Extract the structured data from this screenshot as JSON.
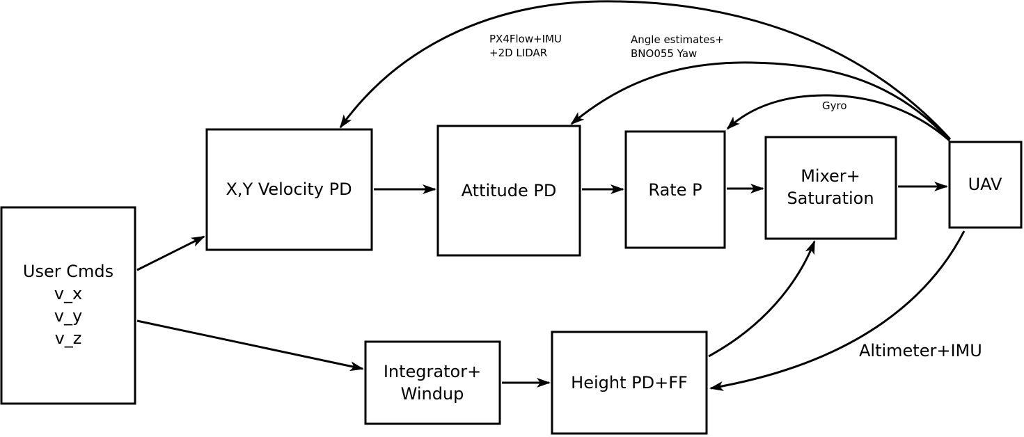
{
  "blocks": {
    "user_cmds": {
      "lines": [
        "User Cmds",
        "v_x",
        "v_y",
        "v_z"
      ]
    },
    "xy_velocity": {
      "lines": [
        "X,Y Velocity PD"
      ]
    },
    "attitude": {
      "lines": [
        "Attitude PD"
      ]
    },
    "rate": {
      "lines": [
        "Rate P"
      ]
    },
    "mixer": {
      "lines": [
        "Mixer+",
        "Saturation"
      ]
    },
    "uav": {
      "lines": [
        "UAV"
      ]
    },
    "integrator": {
      "lines": [
        "Integrator+",
        "Windup"
      ]
    },
    "height": {
      "lines": [
        "Height PD+FF"
      ]
    }
  },
  "feedback": {
    "velocity": {
      "lines": [
        "PX4Flow+IMU",
        "+2D LIDAR"
      ]
    },
    "attitude": {
      "lines": [
        "Angle estimates+",
        "BNO055 Yaw"
      ]
    },
    "rate": {
      "lines": [
        "Gyro"
      ]
    },
    "height": {
      "lines": [
        "Altimeter+IMU"
      ]
    }
  }
}
